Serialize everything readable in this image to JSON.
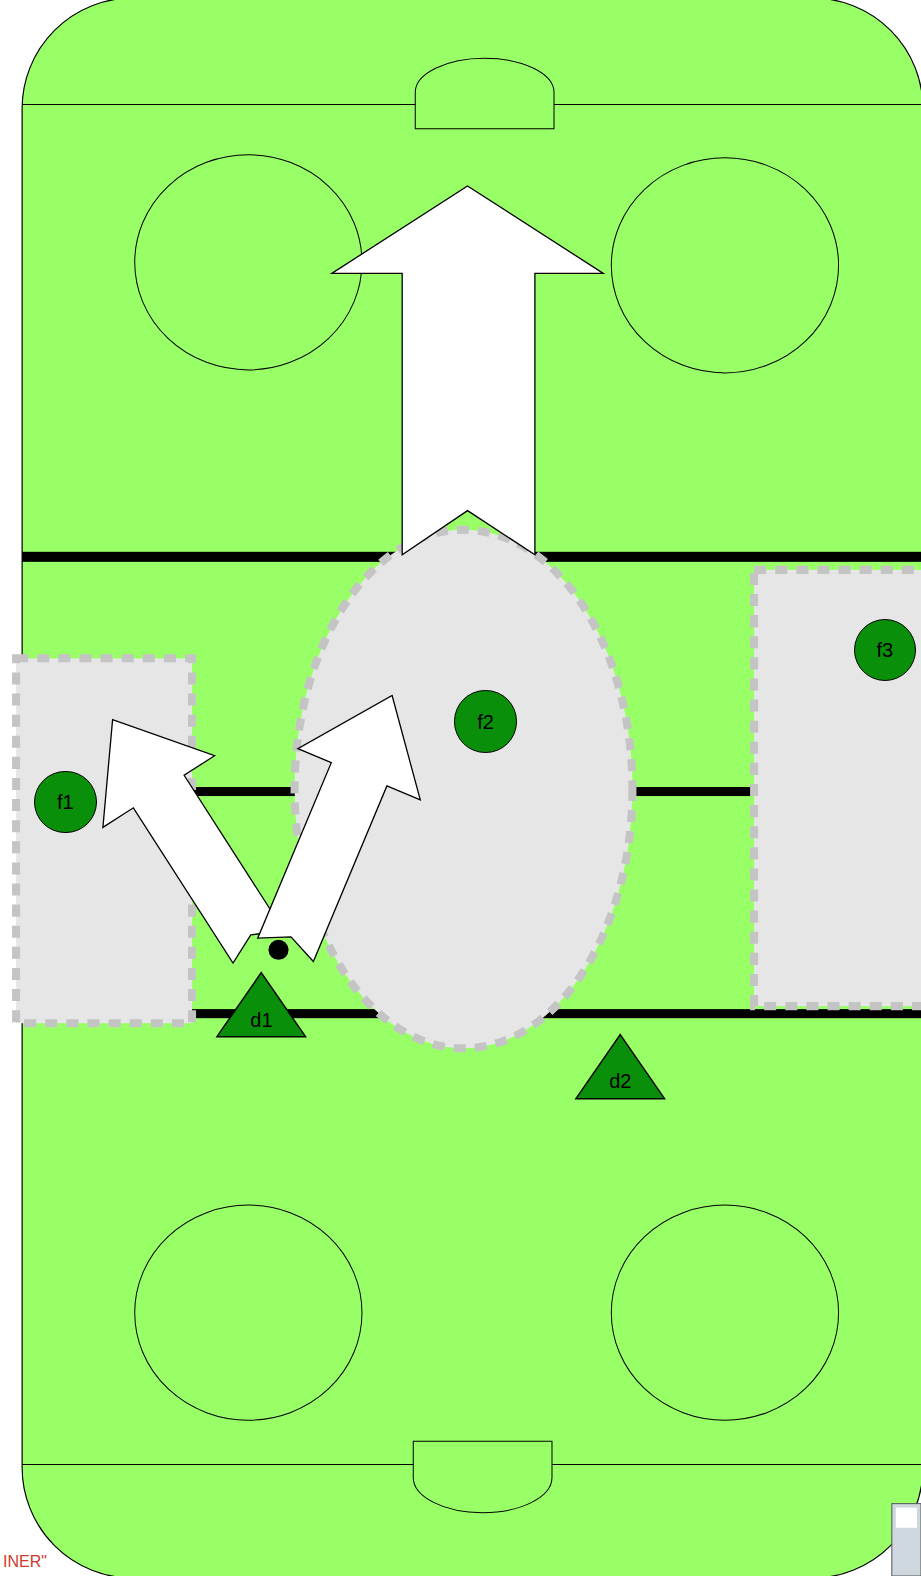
{
  "diagram": {
    "nodes": [
      {
        "text": [
          "f3"
        ]
      },
      {
        "text": [
          "f2"
        ]
      },
      {
        "text": [
          "f1"
        ]
      },
      {
        "text": [
          "d1"
        ]
      },
      {
        "text": [
          "d2"
        ]
      }
    ],
    "edges": [
      {
        "from": 3,
        "to": 2,
        "arrow": "to"
      },
      {
        "from": 3,
        "to": 1,
        "arrow": "to"
      }
    ],
    "labels": [
      "INER\""
    ]
  }
}
